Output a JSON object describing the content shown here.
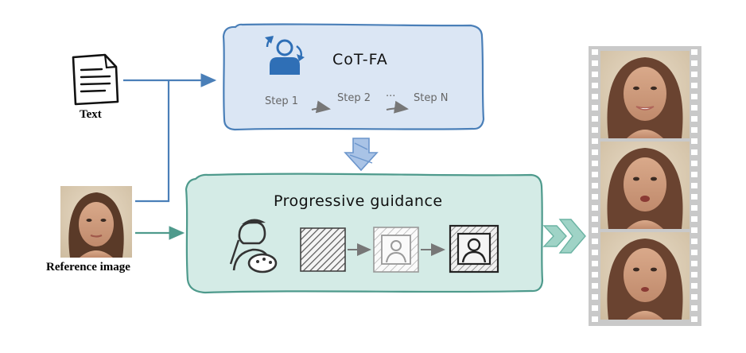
{
  "inputs": {
    "text_label": "Text",
    "reference_label": "Reference image"
  },
  "cot_box": {
    "title": "CoT-FA",
    "step1": "Step 1",
    "step2": "Step 2",
    "ellipsis": "···",
    "stepn": "Step N",
    "fill_color": "#dbe6f4",
    "border_color": "#4a7fb8"
  },
  "guidance_box": {
    "title": "Progressive guidance",
    "fill_color": "#d4ebe6",
    "border_color": "#4e9a8c"
  },
  "film": {
    "frames": 3,
    "frame_color": "#c9c9c9"
  }
}
